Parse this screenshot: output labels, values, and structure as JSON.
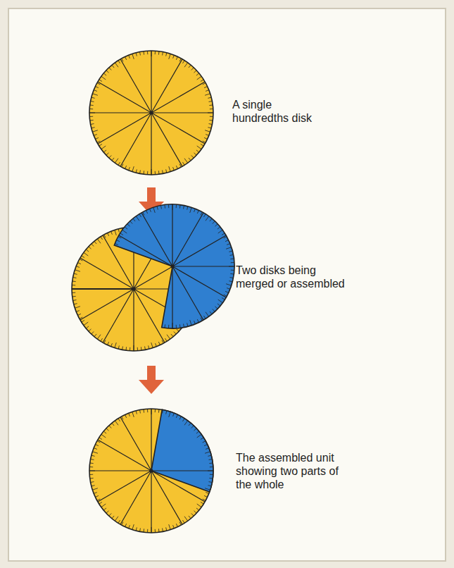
{
  "diagram": {
    "labels": [
      "A single hundredths disk",
      "Two disks being merged or assembled",
      "The assembled unit showing two parts of the whole"
    ]
  }
}
